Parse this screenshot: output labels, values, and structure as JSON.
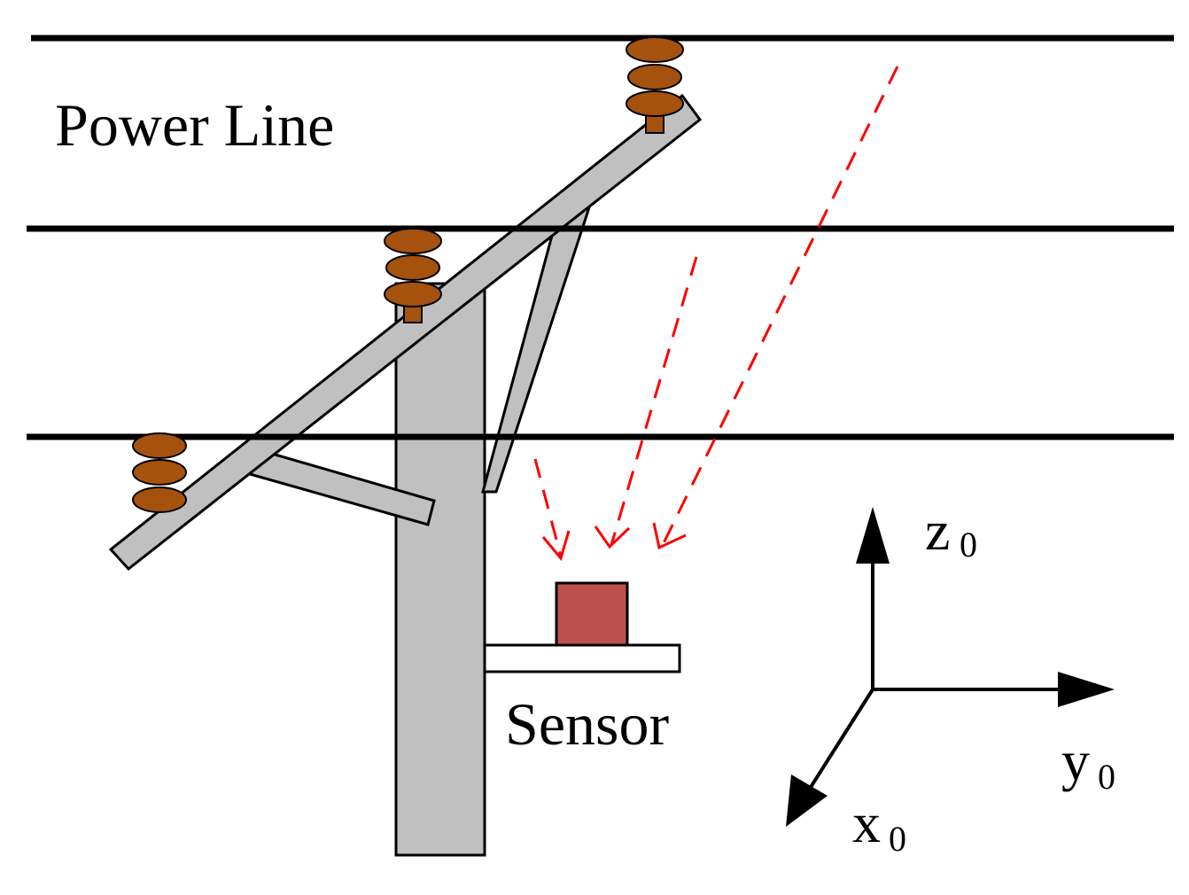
{
  "labels": {
    "power_line": "Power Line",
    "sensor": "Sensor",
    "axis_z": "z",
    "axis_y": "y",
    "axis_x": "x",
    "axis_subscript": "0"
  },
  "colors": {
    "line": "#000000",
    "pole": "#c0c0c0",
    "insulator": "#a5520f",
    "sensor_box": "#c0504d",
    "field_arrow": "#ff0000",
    "background": "#ffffff"
  },
  "icons": {
    "insulator": "insulator-stack-icon",
    "field_arrow": "dashed-arrow-icon",
    "axis_arrow": "arrow-icon"
  }
}
